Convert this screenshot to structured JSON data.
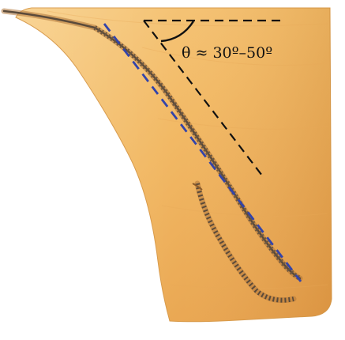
{
  "annotation": {
    "angle_label": "θ ≈ 30º–50º"
  },
  "colors": {
    "wood_light": "#f6c67a",
    "wood_mid": "#eeaa55",
    "wood_dark": "#d88a34",
    "string": "#6a5a4a",
    "reference_lines": "#111111",
    "fit_line": "#3344aa"
  },
  "icons": [
    "wooden-bridge",
    "string-groove"
  ]
}
